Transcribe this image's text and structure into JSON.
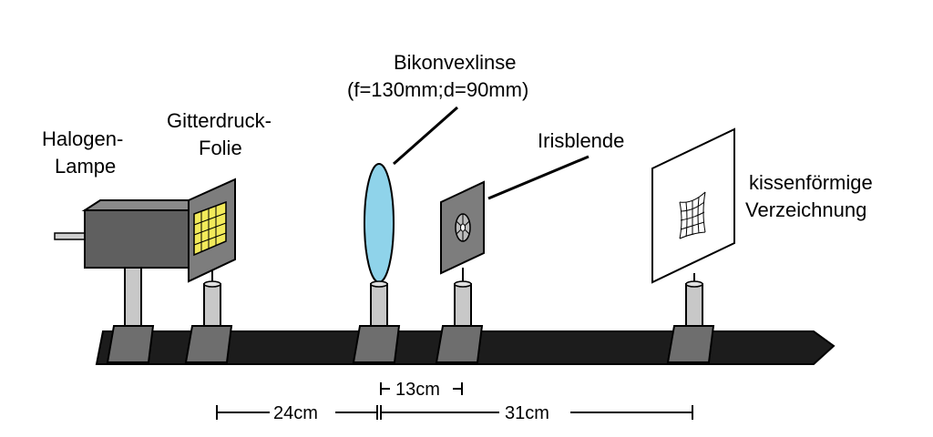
{
  "labels": {
    "lamp_line1": "Halogen-",
    "lamp_line2": "Lampe",
    "foil_line1": "Gitterdruck-",
    "foil_line2": "Folie",
    "lens_line1": "Bikonvexlinse",
    "lens_line2": "(f=130mm;d=90mm)",
    "iris": "Irisblende",
    "distortion_line1": "kissenförmige",
    "distortion_line2": "Verzeichnung"
  },
  "dimensions": {
    "d1": "24cm",
    "d2": "13cm",
    "d3": "31cm"
  },
  "colors": {
    "lens": "#8fd3ea",
    "rail": "#1c1c1c",
    "post": "#c8c8c8",
    "base": "#6e6e6e",
    "lamp_housing": "#5f5f5f",
    "screen_dark": "#777777",
    "grid_yellow": "#f2ea5a"
  },
  "icons": {
    "lamp": "halogen-lamp-icon",
    "foil": "grid-foil-icon",
    "lens": "biconvex-lens-icon",
    "iris": "iris-diaphragm-icon",
    "screen": "projection-screen-icon"
  }
}
